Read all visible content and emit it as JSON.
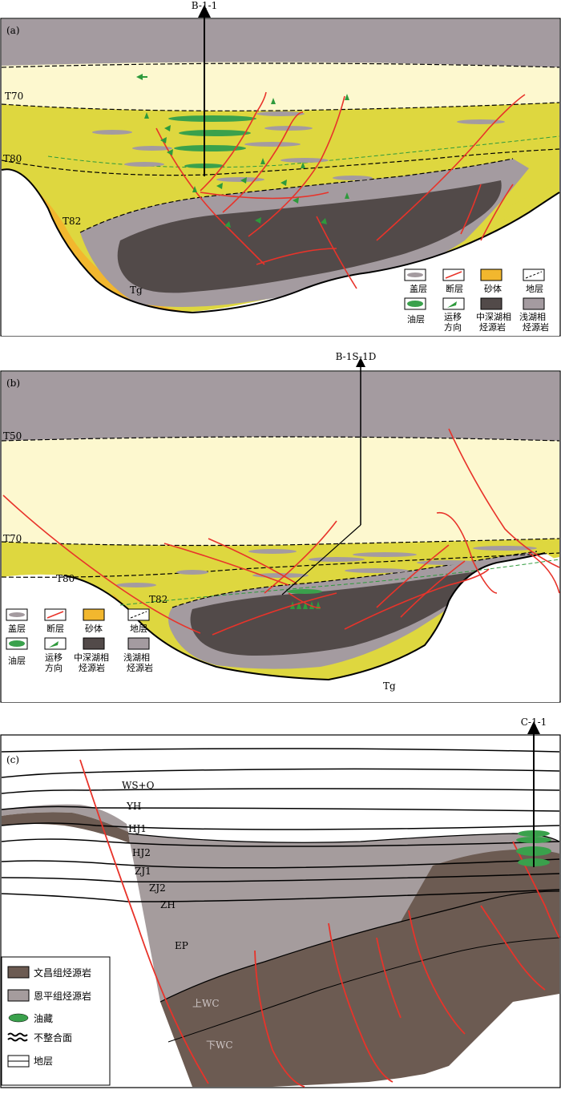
{
  "colors": {
    "cap": "#a49ba0",
    "pale": "#fdf8cf",
    "yellow": "#ded73f",
    "sand": "#f2b72e",
    "dark_source": "#524a49",
    "shallow_source": "#a49ba0",
    "fault": "#e8332a",
    "oil": "#3aa14c",
    "arrow": "#2e9a3c",
    "wc_source": "#6c5b52",
    "ep_source": "#a59c9d"
  },
  "panel_a": {
    "label": "(a)",
    "well": "B-1-1",
    "horizons": [
      "T70",
      "T80",
      "T82",
      "Tg"
    ],
    "legend": [
      {
        "name": "盖层",
        "icon": "cap-lens"
      },
      {
        "name": "断层",
        "icon": "fault-line"
      },
      {
        "name": "砂体",
        "icon": "sand-fill"
      },
      {
        "name": "地层",
        "icon": "strata-line"
      },
      {
        "name": "油层",
        "icon": "oil-lens"
      },
      {
        "name": "运移方向",
        "line1": "运移",
        "line2": "方向",
        "icon": "migration-arrow"
      },
      {
        "name": "中深湖相烃源岩",
        "line1": "中深湖相",
        "line2": "烃源岩",
        "icon": "dark-fill"
      },
      {
        "name": "浅湖相烃源岩",
        "line1": "浅湖相",
        "line2": "烃源岩",
        "icon": "grey-fill"
      }
    ]
  },
  "panel_b": {
    "label": "(b)",
    "well": "B-1S-1D",
    "horizons": [
      "T50",
      "T70",
      "T80",
      "T82",
      "Tg"
    ],
    "legend": [
      {
        "name": "盖层"
      },
      {
        "name": "断层"
      },
      {
        "name": "砂体"
      },
      {
        "name": "地层"
      },
      {
        "name": "油层"
      },
      {
        "name": "运移方向",
        "line1": "运移",
        "line2": "方向"
      },
      {
        "name": "中深湖相烃源岩",
        "line1": "中深湖相",
        "line2": "烃源岩"
      },
      {
        "name": "浅湖相烃源岩",
        "line1": "浅湖相",
        "line2": "烃源岩"
      }
    ]
  },
  "panel_c": {
    "label": "(c)",
    "well": "C-1-1",
    "formations": [
      "WS+Q",
      "YH",
      "HJ1",
      "HJ2",
      "ZJ1",
      "ZJ2",
      "ZH",
      "EP",
      "上WC",
      "下WC"
    ],
    "legend": [
      {
        "name": "文昌组烃源岩",
        "icon": "wc-fill"
      },
      {
        "name": "恩平组烃源岩",
        "icon": "ep-fill"
      },
      {
        "name": "油藏",
        "icon": "oil-lens"
      },
      {
        "name": "不整合面",
        "icon": "unconformity"
      },
      {
        "name": "地层",
        "icon": "strata"
      }
    ]
  }
}
